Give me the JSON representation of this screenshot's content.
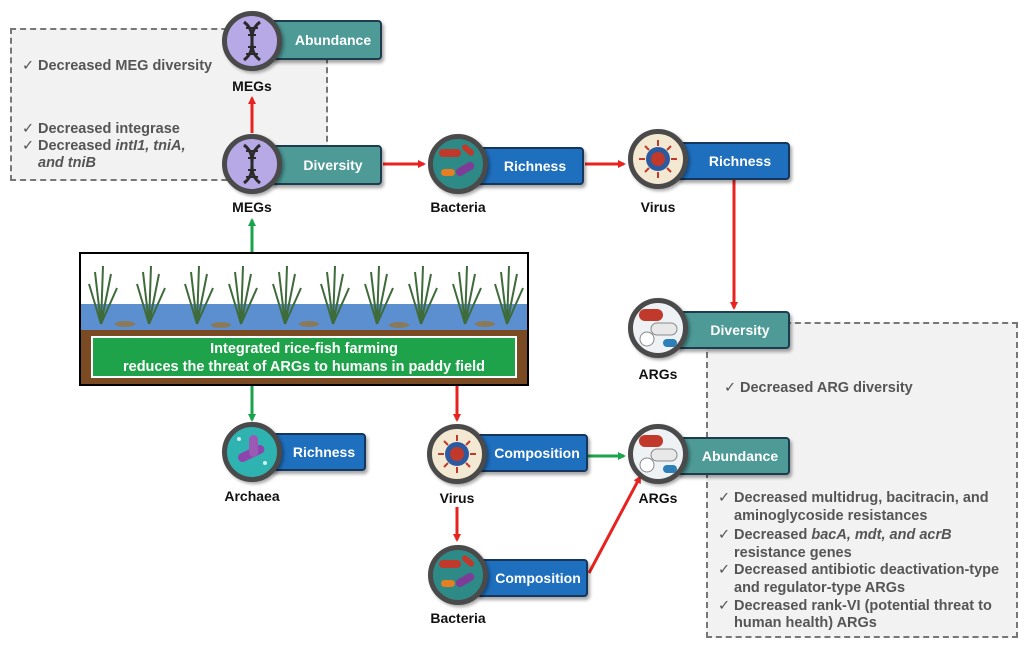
{
  "colors": {
    "red_arrow": "#e8231f",
    "green_arrow": "#1aa34a",
    "teal_label": "#4d9a97",
    "blue_label": "#1f6fbf",
    "banner_green": "#1ea34a"
  },
  "center": {
    "line1": "Integrated rice-fish farming",
    "line2": "reduces the threat of ARGs to humans in paddy field"
  },
  "nodes": {
    "megs_top": {
      "caption": "MEGs",
      "label": "Abundance",
      "icon": "dna-icon"
    },
    "megs_div": {
      "caption": "MEGs",
      "label": "Diversity",
      "icon": "dna-icon"
    },
    "bacteria_rich": {
      "caption": "Bacteria",
      "label": "Richness",
      "icon": "bacteria-icon"
    },
    "virus_rich": {
      "caption": "Virus",
      "label": "Richness",
      "icon": "virus-icon"
    },
    "args_div": {
      "caption": "ARGs",
      "label": "Diversity",
      "icon": "pills-icon"
    },
    "archaea_rich": {
      "caption": "Archaea",
      "label": "Richness",
      "icon": "archaea-icon"
    },
    "virus_comp": {
      "caption": "Virus",
      "label": "Composition",
      "icon": "virus-icon"
    },
    "args_abund": {
      "caption": "ARGs",
      "label": "Abundance",
      "icon": "pills-icon"
    },
    "bacteria_comp": {
      "caption": "Bacteria",
      "label": "Composition",
      "icon": "bacteria-icon"
    }
  },
  "notes": {
    "meg_box": {
      "l1": "Decreased MEG diversity",
      "l2": "Decreased integrase",
      "l3a": "Decreased ",
      "l3b": "intI1, tniA,",
      "l4": "and tniB"
    },
    "arg_div_box": {
      "l1": "Decreased ARG diversity"
    },
    "arg_abund_box": {
      "l1": "Decreased multidrug, bacitracin, and",
      "l1b": "aminoglycoside resistances",
      "l2a": "Decreased ",
      "l2b": "bacA, mdt, and acrB",
      "l2c": "resistance genes",
      "l3": "Decreased antibiotic deactivation-type",
      "l3b": "and regulator-type ARGs",
      "l4": "Decreased rank-VI (potential threat to",
      "l4b": "human health) ARGs"
    },
    "check": "✓"
  }
}
